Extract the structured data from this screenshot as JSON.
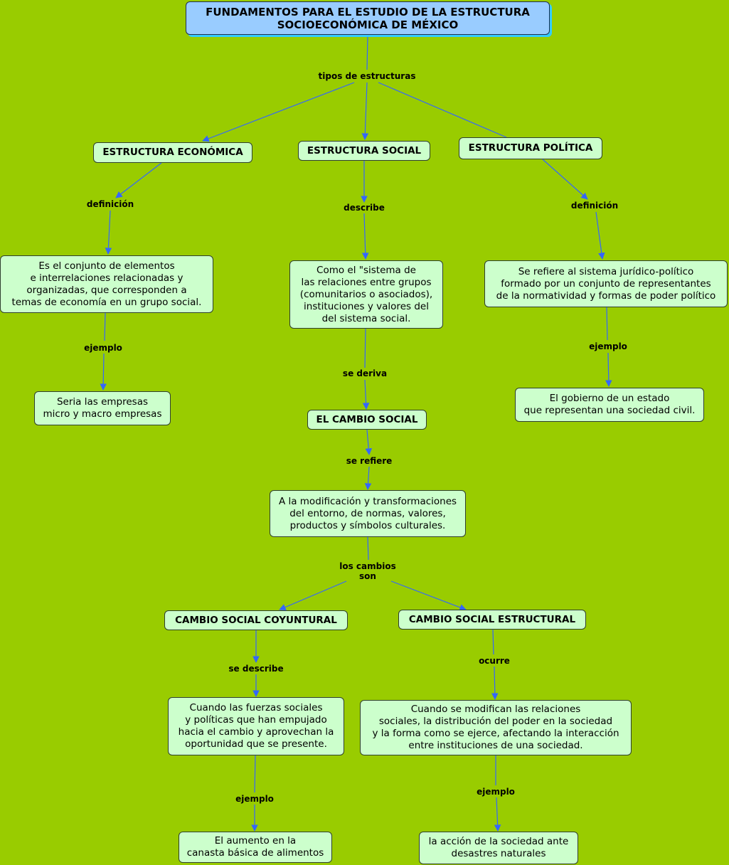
{
  "title": "FUNDAMENTOS PARA EL ESTUDIO DE LA ESTRUCTURA\nSOCIOECONÓMICA DE MÉXICO",
  "colors": {
    "background": "#99cc00",
    "node_fill": "#ccffcc",
    "title_fill": "#99ccff",
    "link": "#3366ff"
  },
  "nodes": {
    "estructura_economica": "ESTRUCTURA ECONÓMICA",
    "estructura_social": "ESTRUCTURA SOCIAL",
    "estructura_politica": "ESTRUCTURA POLÍTICA",
    "def_economica": "Es el conjunto de elementos\ne interrelaciones relacionadas y\norganizadas, que corresponden a\ntemas de economía en un grupo social.",
    "desc_social": "Como el \"sistema de\nlas relaciones entre grupos\n(comunitarios o asociados),\ninstituciones y valores del\ndel sistema social.",
    "def_politica": "Se refiere al sistema jurídico-político\nformado por un conjunto de representantes\nde la normatividad y formas de poder político",
    "ej_economica": "Seria las empresas\nmicro y macro empresas",
    "ej_politica": "El gobierno de un estado\nque representan una sociedad civil.",
    "cambio_social": "EL CAMBIO SOCIAL",
    "modificacion": "A la modificación y transformaciones\ndel entorno, de normas, valores,\nproductos y símbolos culturales.",
    "coyuntural": "CAMBIO SOCIAL COYUNTURAL",
    "estructural": "CAMBIO SOCIAL ESTRUCTURAL",
    "desc_coyuntural": "Cuando las fuerzas sociales\ny políticas que han empujado\nhacia el cambio y aprovechan la\noportunidad que se presente.",
    "desc_estructural": "Cuando se modifican las relaciones\nsociales, la distribución del poder en la sociedad\ny la forma como se ejerce, afectando la interacción\nentre instituciones de una sociedad.",
    "ej_coyuntural": "El aumento en la\ncanasta básica de alimentos",
    "ej_estructural": "la acción de la sociedad ante\ndesastres naturales"
  },
  "labels": {
    "tipos": "tipos de estructuras",
    "definicion_1": "definición",
    "describe": "describe",
    "definicion_2": "definición",
    "ejemplo_1": "ejemplo",
    "se_deriva": "se deriva",
    "ejemplo_2": "ejemplo",
    "se_refiere": "se refiere",
    "los_cambios": "los cambios\nson",
    "se_describe": "se describe",
    "ocurre": "ocurre",
    "ejemplo_3": "ejemplo",
    "ejemplo_4": "ejemplo"
  }
}
